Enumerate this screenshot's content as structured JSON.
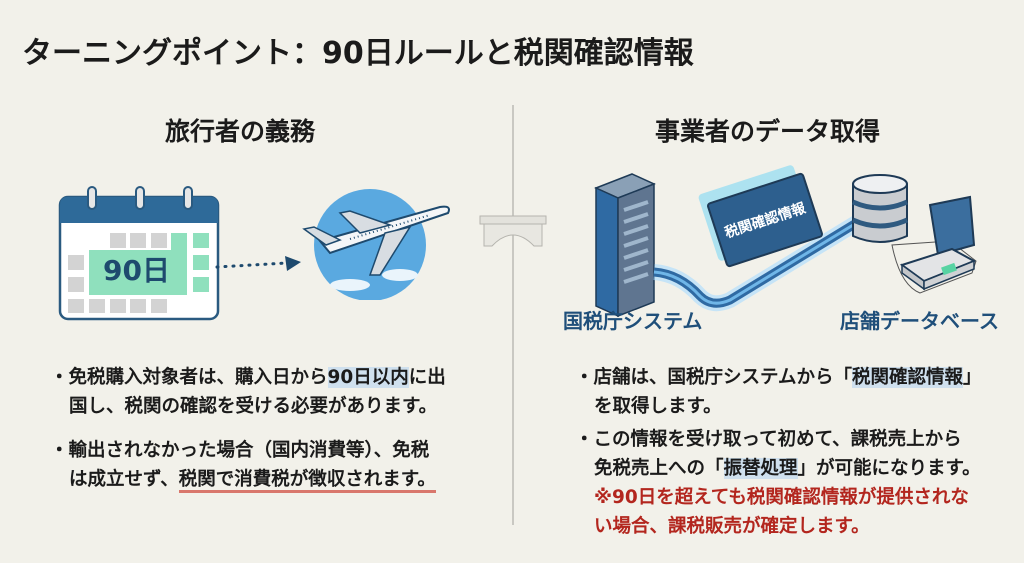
{
  "title": "ターニングポイント：90日ルールと税関確認情報",
  "left": {
    "heading": "旅行者の義務",
    "calendar_label": "90日",
    "bullets": [
      {
        "pre": "免税購入対象者は、購入日から",
        "hl": "90日以内",
        "post": "に出",
        "line2": "国し、税関の確認を受ける必要があります。"
      },
      {
        "line1": "輸出されなかった場合（国内消費等）、免税",
        "pre2": "は成立せず、",
        "underline": "税関で消費税が徴収されます。"
      }
    ]
  },
  "right": {
    "heading": "事業者のデータ取得",
    "bubble_label": "税関確認情報",
    "source_label": "国税庁システム",
    "dest_label": "店舗データベース",
    "bullets": [
      {
        "pre": "店舗は、国税庁システムから「",
        "hl": "税関確認情報",
        "post": "」",
        "line2": "を取得します。"
      },
      {
        "line1": "この情報を受け取って初めて、課税売上から",
        "pre2": "免税売上への「",
        "hl": "振替処理",
        "post2": "」が可能になります。"
      }
    ],
    "note_line1": "※90日を超えても税関確認情報が提供されな",
    "note_line2": "い場合、課税販売が確定します。"
  },
  "colors": {
    "background": "#f2f1ea",
    "navy": "#1f4f7a",
    "green": "#8fe0bd",
    "highlight": "#cfe0ee",
    "red": "#b3261e"
  }
}
